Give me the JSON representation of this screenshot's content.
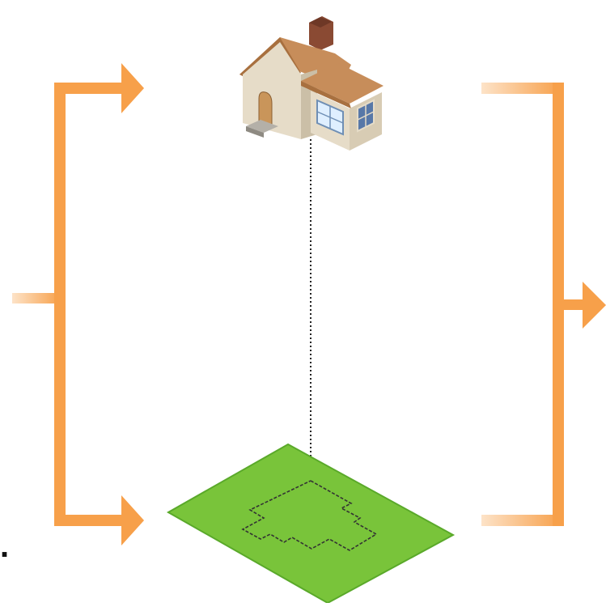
{
  "diagram": {
    "type": "flow-diagram",
    "description_nodes": [
      "house",
      "land-parcel-with-footprint"
    ],
    "colors": {
      "arrow": "#f7a04a",
      "arrow_fade": "#fde3c8",
      "land_fill": "#79c43a",
      "land_edge": "#5aa92a",
      "roof": "#c78d5a",
      "roof_dark": "#a8703f",
      "wall": "#e6dcc8",
      "wall_shade": "#cbbfa7",
      "chimney": "#8a4a33",
      "door": "#c9955a",
      "window": "#dfefff",
      "window_frame": "#6f8fb5",
      "footprint_line": "#333333",
      "connector_line": "#222222"
    },
    "icons": {
      "house": "house-icon",
      "land": "land-parcel-icon"
    }
  },
  "labels": {
    "stray_mark": "."
  }
}
